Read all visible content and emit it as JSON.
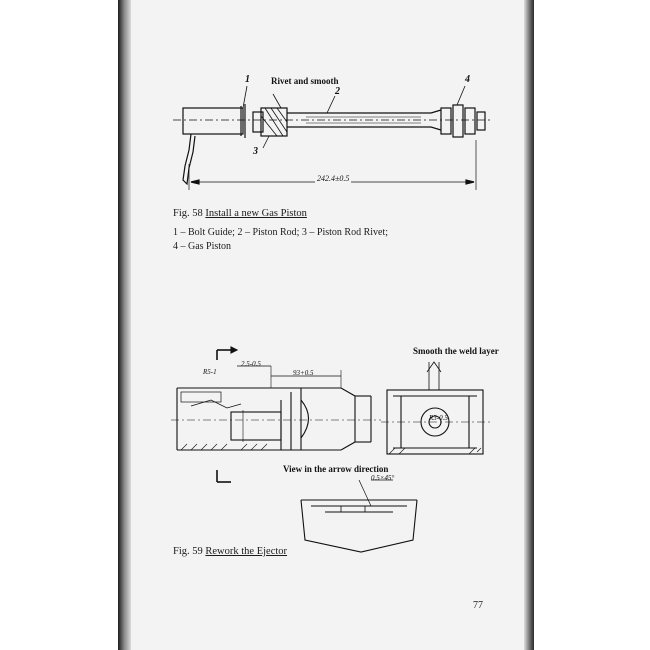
{
  "page_number": "77",
  "figure58": {
    "caption_prefix": "Fig. 58",
    "caption_title": "Install a new Gas Piston",
    "legend_line1": "1 – Bolt Guide;  2 – Piston Rod;  3 – Piston Rod Rivet;",
    "legend_line2": "4 – Gas Piston",
    "annotation": "Rivet and smooth",
    "callouts": [
      "1",
      "2",
      "3",
      "4"
    ],
    "dimension": "242.4±0.5"
  },
  "figure59": {
    "caption_prefix": "Fig. 59",
    "caption_title": "Rework the Ejector",
    "annotation_smooth": "Smooth the weld layer",
    "annotation_view": "View in the arrow direction",
    "dim_r": "R5-1",
    "dim_a": "2.5-0.5",
    "dim_b": "93+0.5",
    "dim_c": "0.5×45°",
    "dim_d": "R3-0.5"
  }
}
